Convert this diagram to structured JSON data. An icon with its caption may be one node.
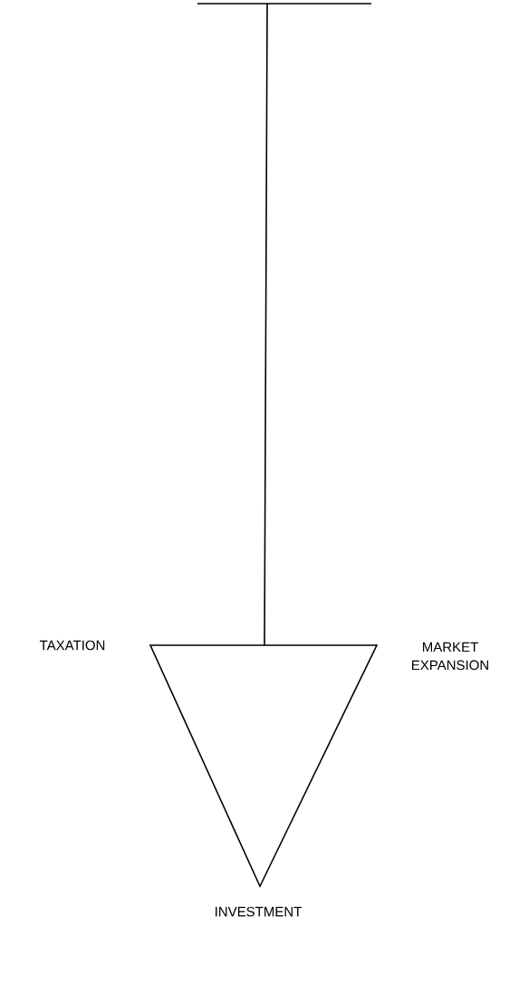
{
  "diagram": {
    "labels": [
      "TAXATION",
      "MARKET EXPANSION",
      "INVESTMENT"
    ]
  }
}
